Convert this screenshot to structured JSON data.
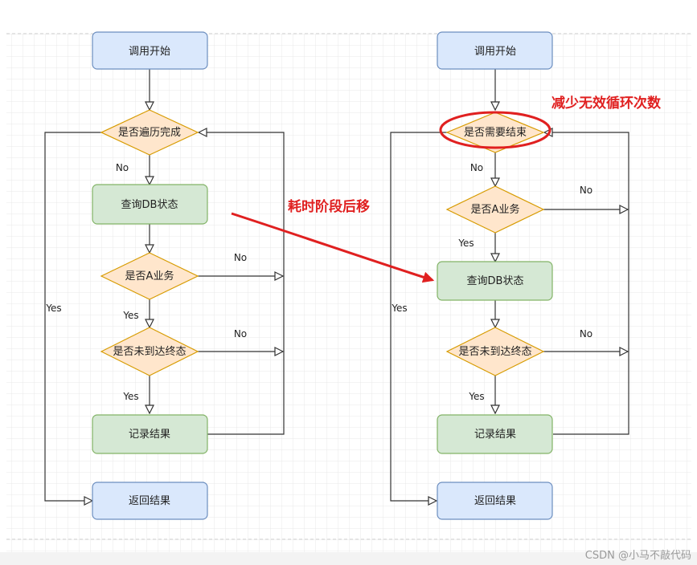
{
  "left_flow": {
    "start": "调用开始",
    "loop_check": "是否遍历完成",
    "query": "查询DB状态",
    "is_a": "是否A业务",
    "not_final": "是否未到达终态",
    "record": "记录结果",
    "return": "返回结果",
    "label_no_loop": "No",
    "label_yes_loop": "Yes",
    "label_no_a": "No",
    "label_yes_a": "Yes",
    "label_no_final": "No",
    "label_yes_final": "Yes"
  },
  "right_flow": {
    "start": "调用开始",
    "end_check": "是否需要结束",
    "is_a": "是否A业务",
    "query": "查询DB状态",
    "not_final": "是否未到达终态",
    "record": "记录结果",
    "return": "返回结果",
    "label_no_end": "No",
    "label_yes_end": "Yes",
    "label_no_a": "No",
    "label_yes_a": "Yes",
    "label_no_final": "No",
    "label_yes_final": "Yes"
  },
  "annotations": {
    "move_later": "耗时阶段后移",
    "reduce_loops": "减少无效循环次数"
  },
  "watermark": "CSDN @小马不敲代码",
  "colors": {
    "terminal_fill": "#dae8fc",
    "terminal_stroke": "#6c8ebf",
    "process_fill": "#d5e8d4",
    "process_stroke": "#82b366",
    "decision_fill": "#ffe6cc",
    "decision_stroke": "#d79b00",
    "annotation": "#e02020"
  }
}
